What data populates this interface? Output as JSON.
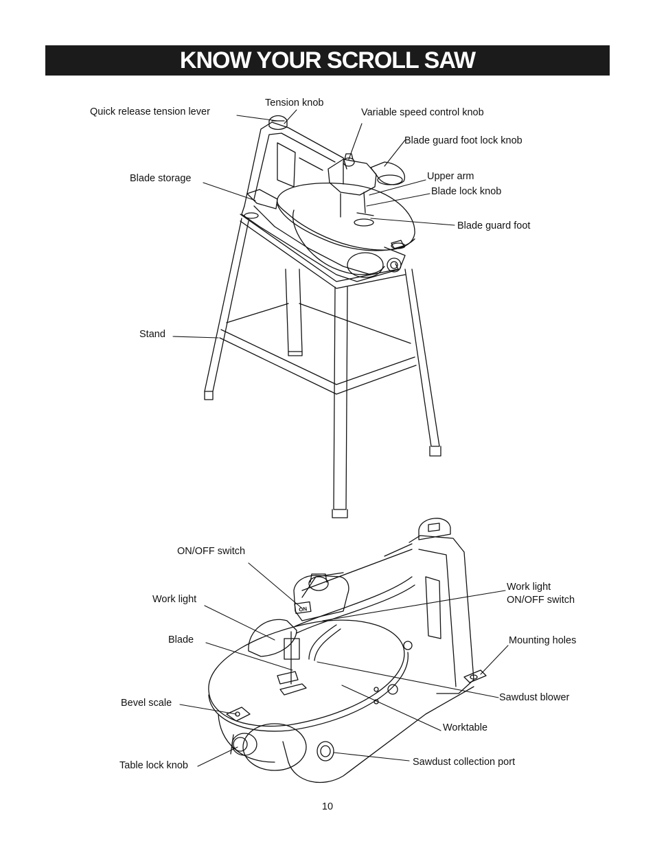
{
  "header": {
    "title": "KNOW YOUR SCROLL SAW"
  },
  "top_figure": {
    "labels": {
      "quick_release": "Quick release tension lever",
      "tension_knob": "Tension knob",
      "variable_speed": "Variable speed control knob",
      "guard_foot_lock": "Blade guard foot lock knob",
      "blade_storage": "Blade storage",
      "upper_arm": "Upper arm",
      "blade_lock": "Blade lock knob",
      "guard_foot": "Blade guard foot",
      "stand": "Stand"
    }
  },
  "bottom_figure": {
    "labels": {
      "on_off": "ON/OFF switch",
      "work_light": "Work light",
      "work_light_switch": "Work light\nON/OFF switch",
      "blade": "Blade",
      "mounting_holes": "Mounting holes",
      "bevel_scale": "Bevel scale",
      "sawdust_blower": "Sawdust blower",
      "worktable": "Worktable",
      "table_lock": "Table lock knob",
      "collection_port": "Sawdust collection port"
    },
    "switch_text": "ON"
  },
  "footer": {
    "page_number": "10"
  }
}
